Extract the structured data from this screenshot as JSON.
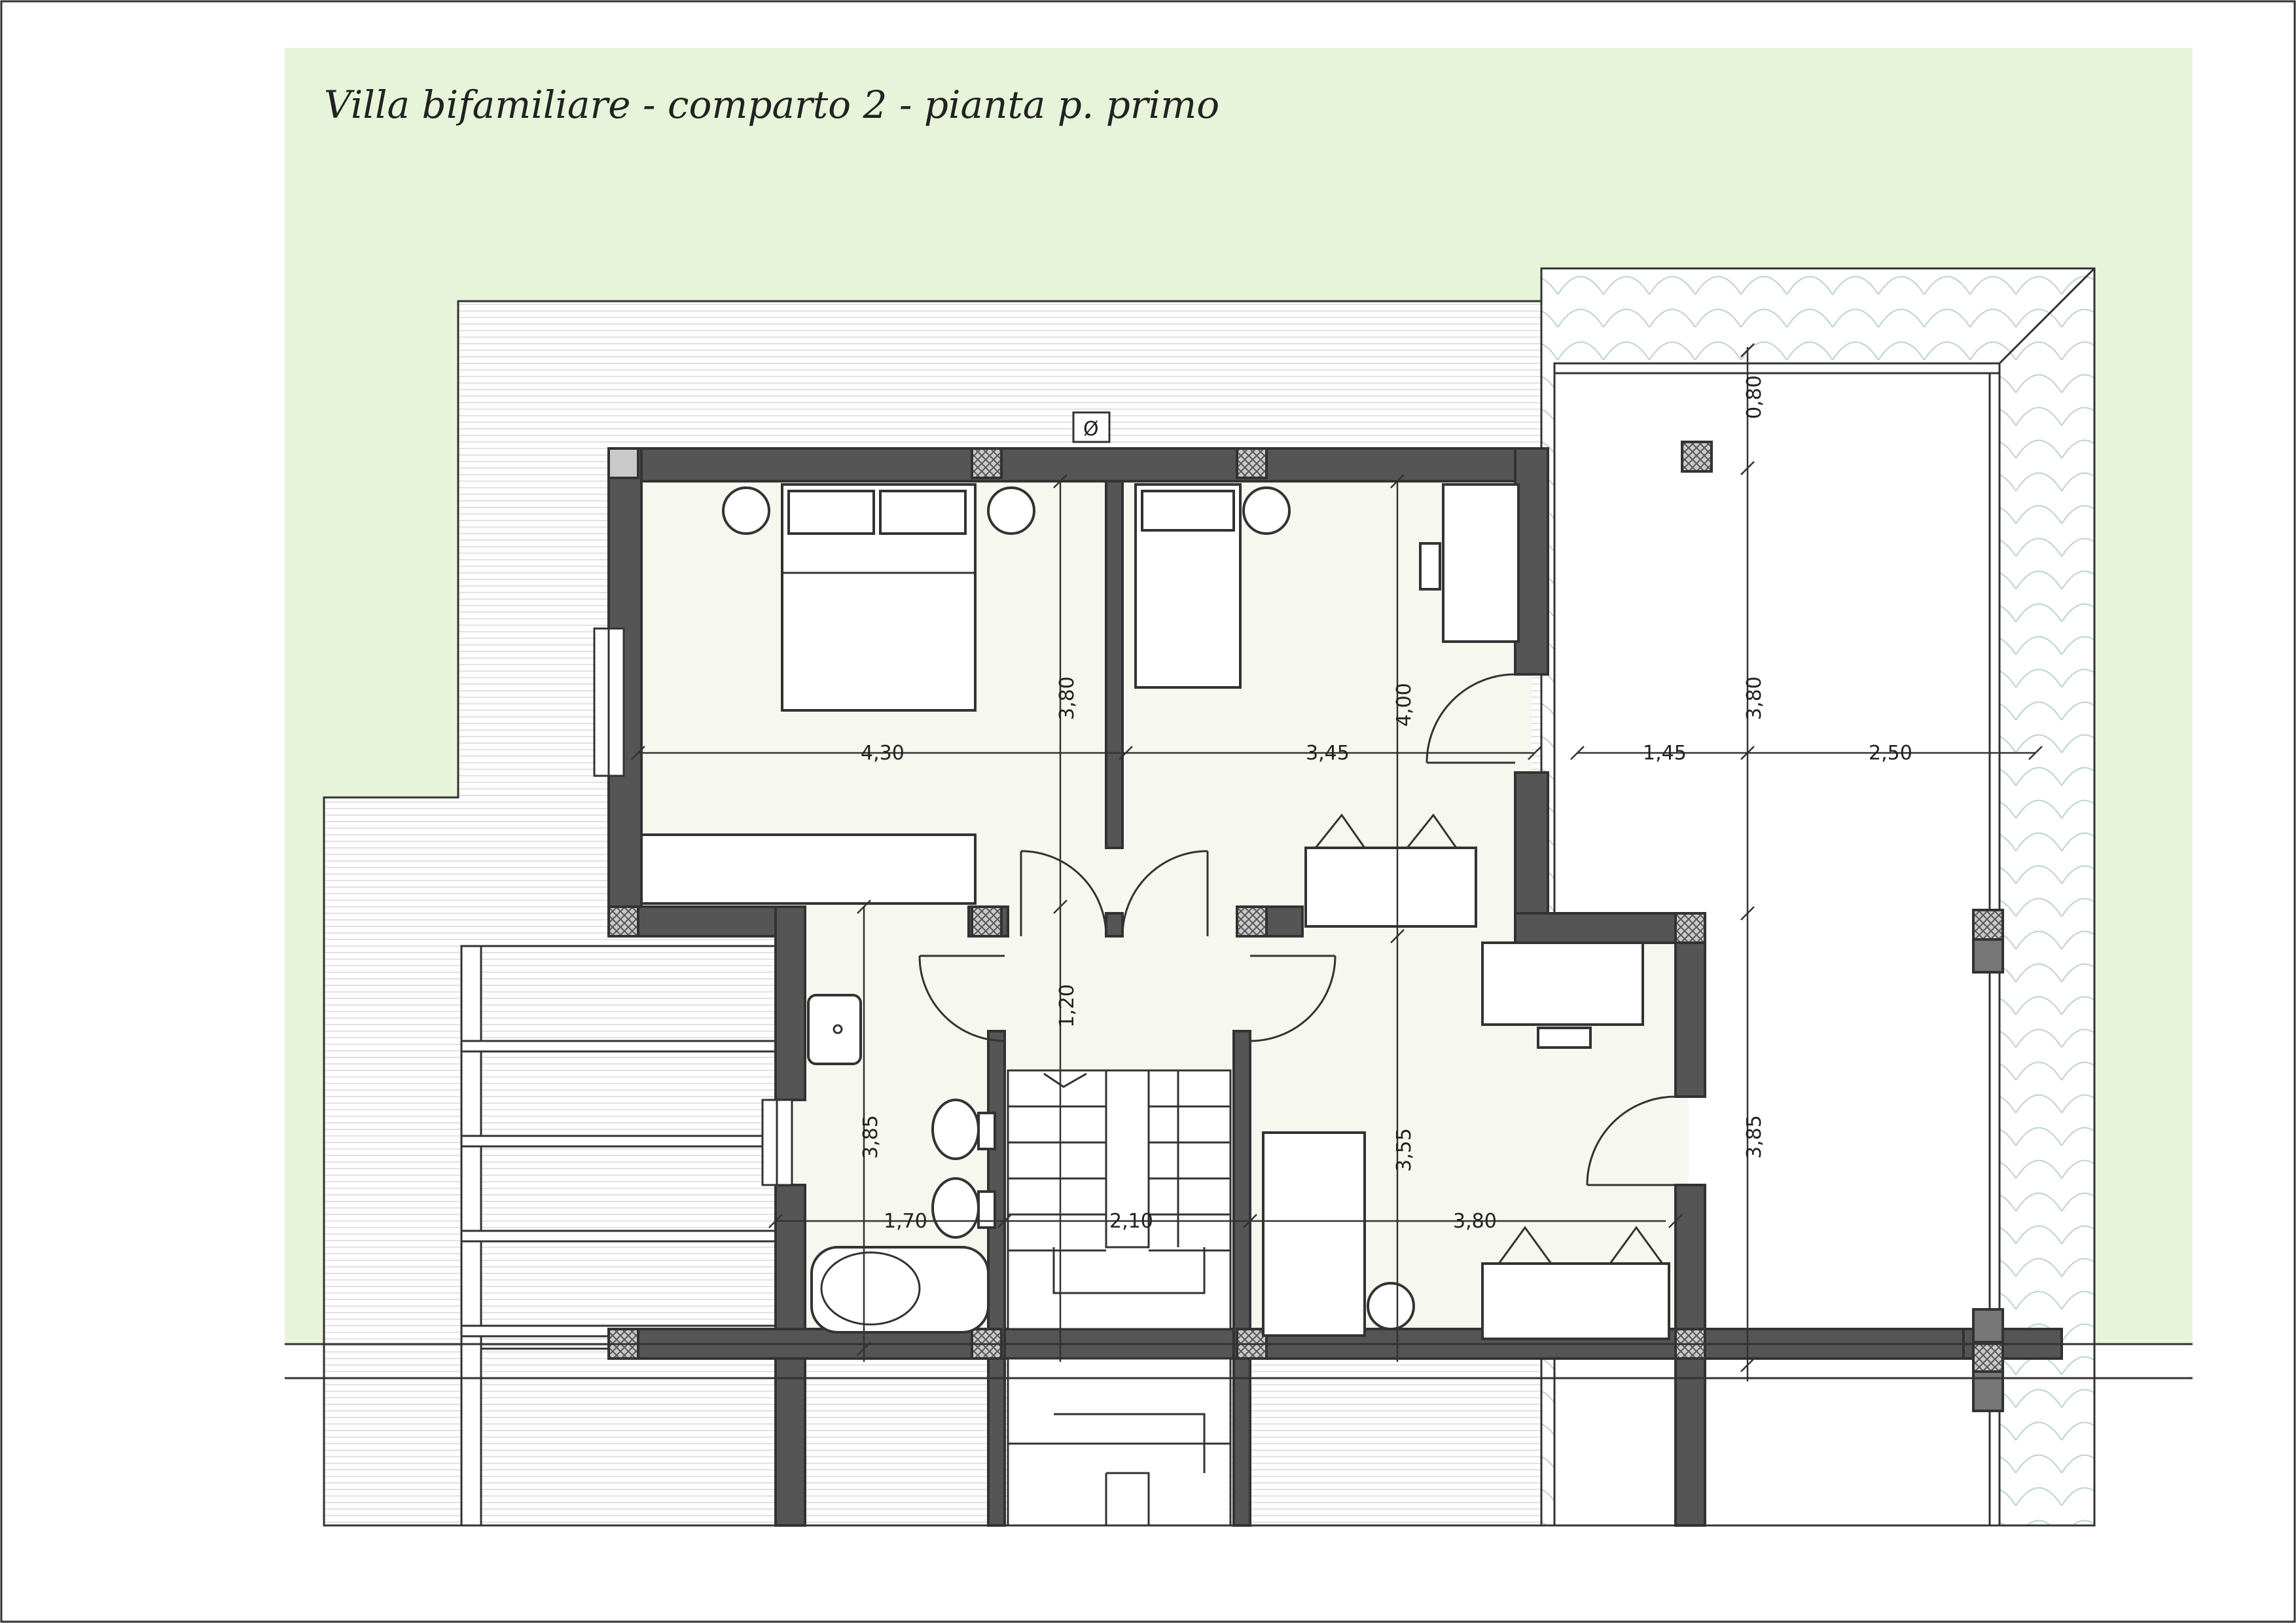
{
  "title": "Villa bifamiliare - comparto 2 - pianta p. primo",
  "colors": {
    "garden": "#e8f4d9",
    "floor": "#f6f7ee",
    "wall": "#555555",
    "terrace": "#ffffff",
    "line": "#333333"
  },
  "dimensions": {
    "d_430": "4,30",
    "d_345": "3,45",
    "d_380_top": "3,80",
    "d_400": "4,00",
    "d_145": "1,45",
    "d_250": "2,50",
    "d_080": "0,80",
    "d_380_terrace": "3,80",
    "d_120": "1,20",
    "d_385_bath": "3,85",
    "d_170": "1,70",
    "d_210": "2,10",
    "d_380_bottom": "3,80",
    "d_355": "3,55",
    "d_385_terrace": "3,85"
  },
  "symbols": {
    "flue": "Ø"
  }
}
